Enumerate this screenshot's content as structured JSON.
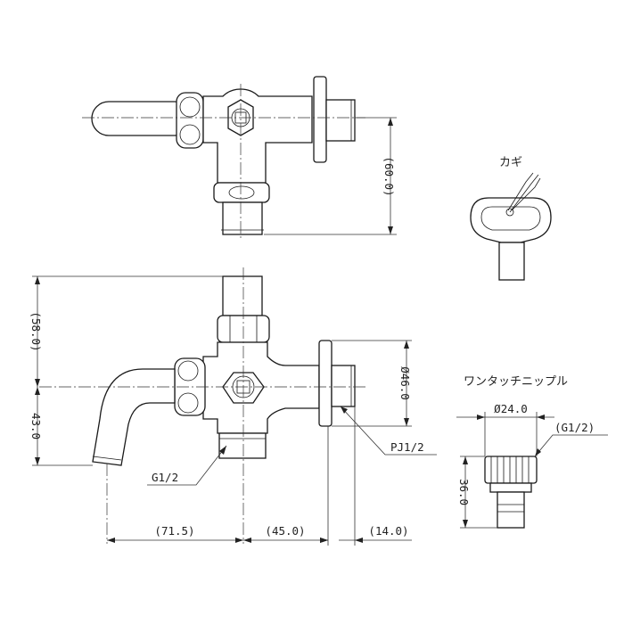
{
  "labels": {
    "key": "カギ",
    "nipple": "ワンタッチニップル",
    "dim_60": "(60.0)",
    "dim_58": "(58.0)",
    "dim_43": "43.0",
    "dim_d46": "Ø46.0",
    "dim_pj": "PJ1/2",
    "dim_g12": "G1/2",
    "dim_715": "(71.5)",
    "dim_450": "(45.0)",
    "dim_140": "(14.0)",
    "dim_d24": "Ø24.0",
    "dim_g12p": "(G1/2)",
    "dim_360": "36.0"
  },
  "colors": {
    "line": "#1a1a1a",
    "background": "#ffffff"
  }
}
